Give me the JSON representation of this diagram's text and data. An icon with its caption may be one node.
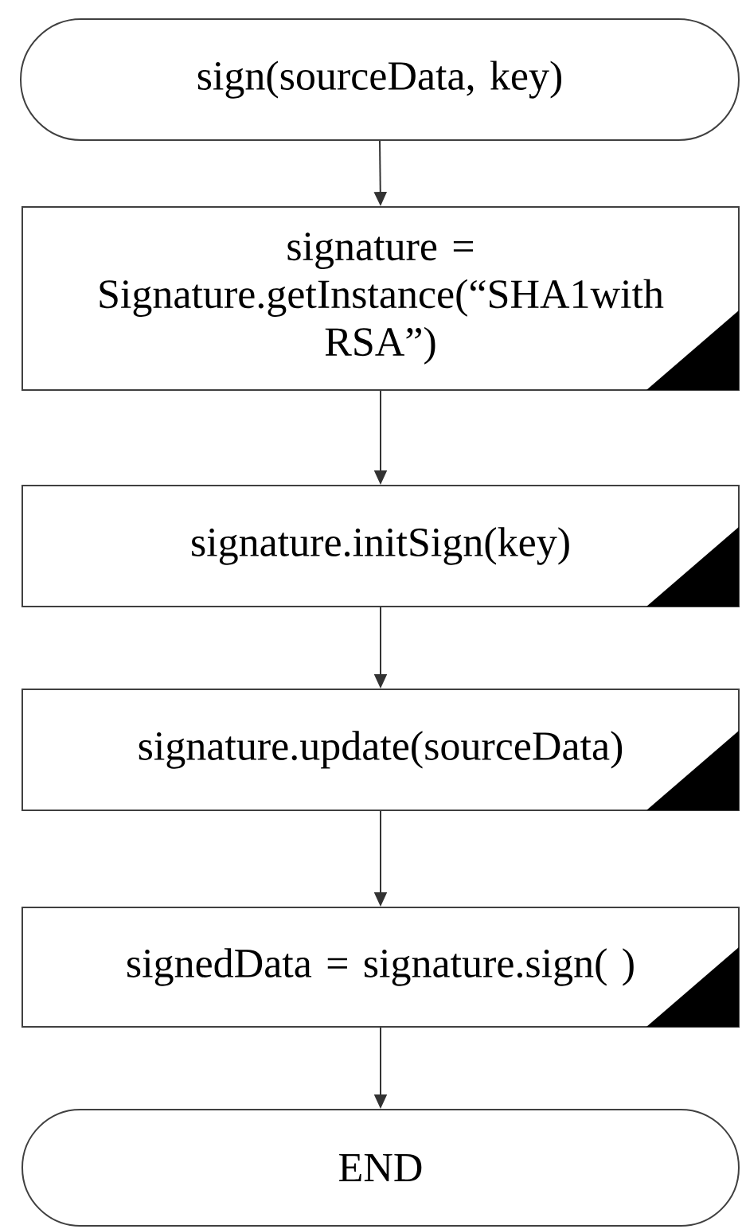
{
  "diagram": {
    "nodes": [
      {
        "text": [
          "sign(sourceData, key)"
        ]
      },
      {
        "text": [
          "signature = Signature.getInstance(“SHA1with RSA”)"
        ]
      },
      {
        "text": [
          "signature.initSign(key)"
        ]
      },
      {
        "text": [
          "signature.update(sourceData)"
        ]
      },
      {
        "text": [
          "signedData = signature.sign( )"
        ]
      },
      {
        "text": [
          "END"
        ]
      }
    ],
    "edges": [
      {
        "from": 0,
        "to": 1,
        "arrow": "to"
      },
      {
        "from": 1,
        "to": 2,
        "arrow": "to"
      },
      {
        "from": 2,
        "to": 3,
        "arrow": "to"
      },
      {
        "from": 3,
        "to": 4,
        "arrow": "to"
      },
      {
        "from": 4,
        "to": 5,
        "arrow": "to"
      }
    ]
  }
}
